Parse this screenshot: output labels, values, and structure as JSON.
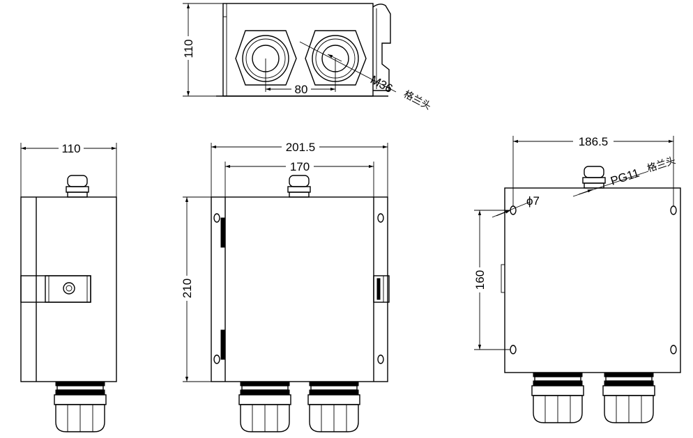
{
  "dimensions": {
    "top_height": "110",
    "top_spacing": "80",
    "top_thread": "M36",
    "side_width": "110",
    "front_width": "201.5",
    "front_inner_width": "170",
    "front_height": "210",
    "back_width": "186.5",
    "back_hole_spacing": "160",
    "back_hole_dia": "ϕ7",
    "back_thread": "PG11"
  },
  "labels": {
    "gland_cn": "格兰头"
  }
}
